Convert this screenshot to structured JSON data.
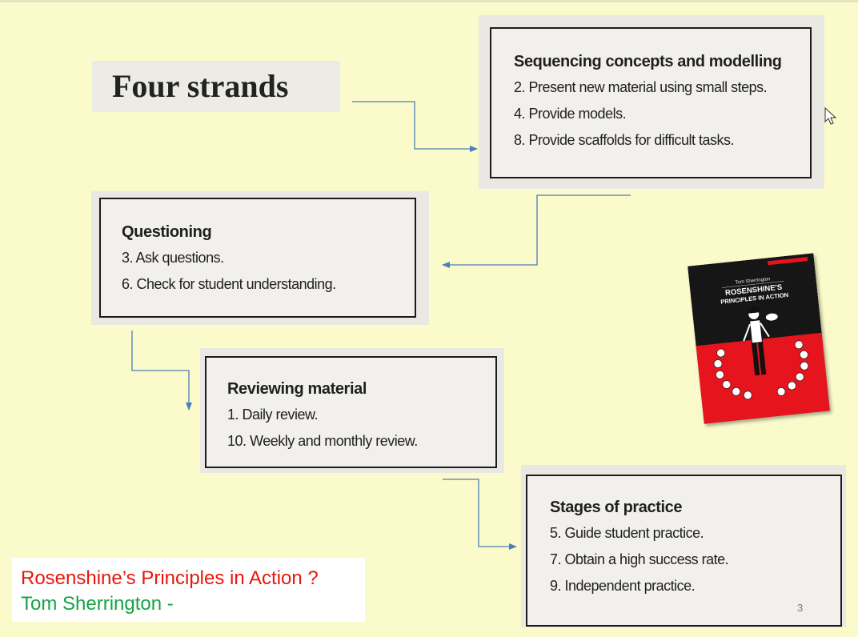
{
  "slide": {
    "title": "Four strands",
    "page_number": "3",
    "credit": {
      "line1": "Rosenshine’s Principles in Action ?",
      "line2": "Tom Sherrington -",
      "line1_color": "#e8160c",
      "line2_color": "#15a345"
    },
    "cards": {
      "sequencing": {
        "heading": "Sequencing concepts and modelling",
        "items": [
          "2. Present new material using small steps.",
          "4. Provide models.",
          "8. Provide scaffolds for difficult tasks."
        ]
      },
      "questioning": {
        "heading": "Questioning",
        "items": [
          "3. Ask questions.",
          "6. Check for student understanding."
        ]
      },
      "reviewing": {
        "heading": "Reviewing material",
        "items": [
          "1. Daily review.",
          "10. Weekly and monthly review."
        ]
      },
      "practice": {
        "heading": "Stages of practice",
        "items": [
          "5. Guide student practice.",
          "7. Obtain a high success rate.",
          "9. Independent practice."
        ]
      }
    },
    "book_cover": {
      "author": "Tom Sherrington",
      "title_line1": "ROSENSHINE'S",
      "title_line2": "PRINCIPLES IN ACTION",
      "colors": {
        "top": "#161616",
        "bottom": "#e5141d"
      }
    },
    "arrow_color": "#4b7fb8"
  }
}
